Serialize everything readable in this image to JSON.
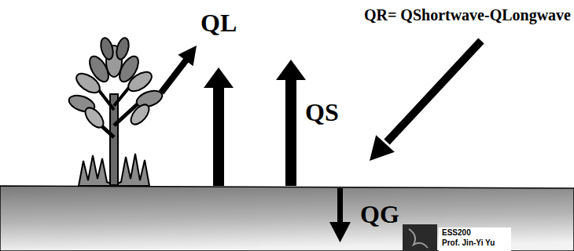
{
  "diagram": {
    "labels": [
      "QL",
      "QS",
      "QR= QShortwave-QLongwave",
      "QG",
      "ESS200",
      "Prof. Jin-Yi Yu"
    ]
  }
}
